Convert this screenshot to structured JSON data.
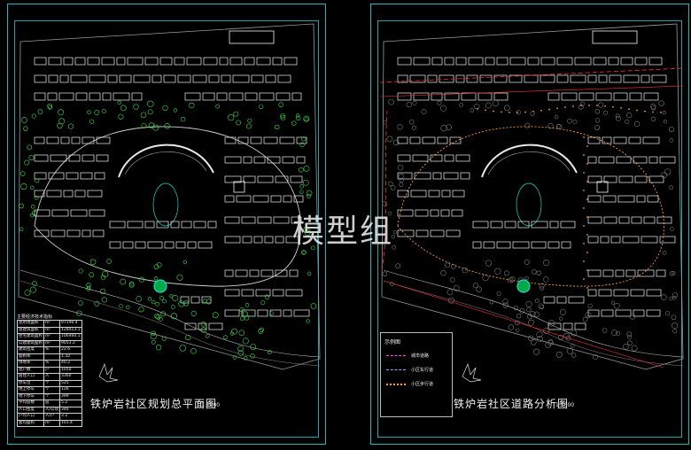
{
  "sheets": {
    "left": {
      "title": "铁炉岩社区规划总平面图",
      "scale": "1:1000",
      "table_title": "主要经济技术指标",
      "table_rows": [
        [
          "总用地面积",
          "m²",
          "97190.4"
        ],
        [
          "总建筑面积",
          "m²",
          "128413.1"
        ],
        [
          "住宅建筑面积",
          "m²",
          "106460.1"
        ],
        [
          "公建建筑面积",
          "m²",
          "9053.2"
        ],
        [
          "建筑密度",
          "%",
          "22.6"
        ],
        [
          "容积率",
          "",
          "1.32"
        ],
        [
          "绿地率",
          "%",
          "40.2"
        ],
        [
          "总户数",
          "户",
          "1050"
        ],
        [
          "居住人口",
          "人",
          "3360"
        ],
        [
          "停车位",
          "个",
          "525"
        ],
        [
          "地上停车",
          "个",
          "126"
        ],
        [
          "地下停车",
          "个",
          "399"
        ],
        [
          "平均层数",
          "层",
          "5.2"
        ],
        [
          "人口密度",
          "人/公顷",
          "346"
        ],
        [
          "户均人口",
          "人/户",
          "3.2"
        ],
        [
          "套均面积",
          "m²",
          "101.4"
        ]
      ]
    },
    "right": {
      "title": "铁炉岩社区道路分析图",
      "scale": "1:1000",
      "legend_title": "示例图",
      "legend": [
        {
          "label": "城市道路",
          "color": "#ff4fd8",
          "style": "dashed"
        },
        {
          "label": "小区车行道",
          "color": "#8ea6ff",
          "style": "dashed"
        },
        {
          "label": "小区步行道",
          "color": "#ff9a2e",
          "style": "dotted"
        }
      ]
    }
  },
  "watermark": "模型组",
  "colors": {
    "frame": "#1fb7c2",
    "tree": "#3fdc4a",
    "building": "#f0f0f0",
    "road_red": "#ff3030",
    "road_orange": "#ff9a2e",
    "water": "#1fd4c8"
  }
}
